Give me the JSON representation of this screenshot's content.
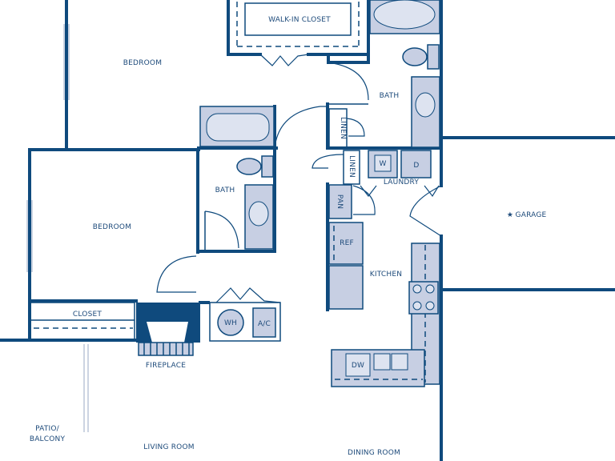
{
  "rooms": {
    "walk_in_closet": "WALK-IN CLOSET",
    "bedroom_top": "BEDROOM",
    "bath_top": "BATH",
    "bedroom_left": "BEDROOM",
    "bath_middle": "BATH",
    "linen_1": "LINEN",
    "linen_2": "LINEN",
    "laundry": "LAUNDRY",
    "pantry": "PAN",
    "garage": "GARAGE",
    "kitchen": "KITCHEN",
    "closet": "CLOSET",
    "fireplace": "FIREPLACE",
    "patio_line1": "PATIO/",
    "patio_line2": "BALCONY",
    "living_room": "LIVING ROOM",
    "dining_room": "DINING ROOM"
  },
  "appliances": {
    "washer": "W",
    "dryer": "D",
    "refrigerator": "REF",
    "water_heater": "WH",
    "ac": "A/C",
    "dishwasher": "DW"
  },
  "garage_marker": "★",
  "colors": {
    "wall": "#0f4a7d",
    "fixture_fill": "#c7cfe3",
    "label": "#1d4a7a",
    "fireplace": "#0f4a7d"
  }
}
